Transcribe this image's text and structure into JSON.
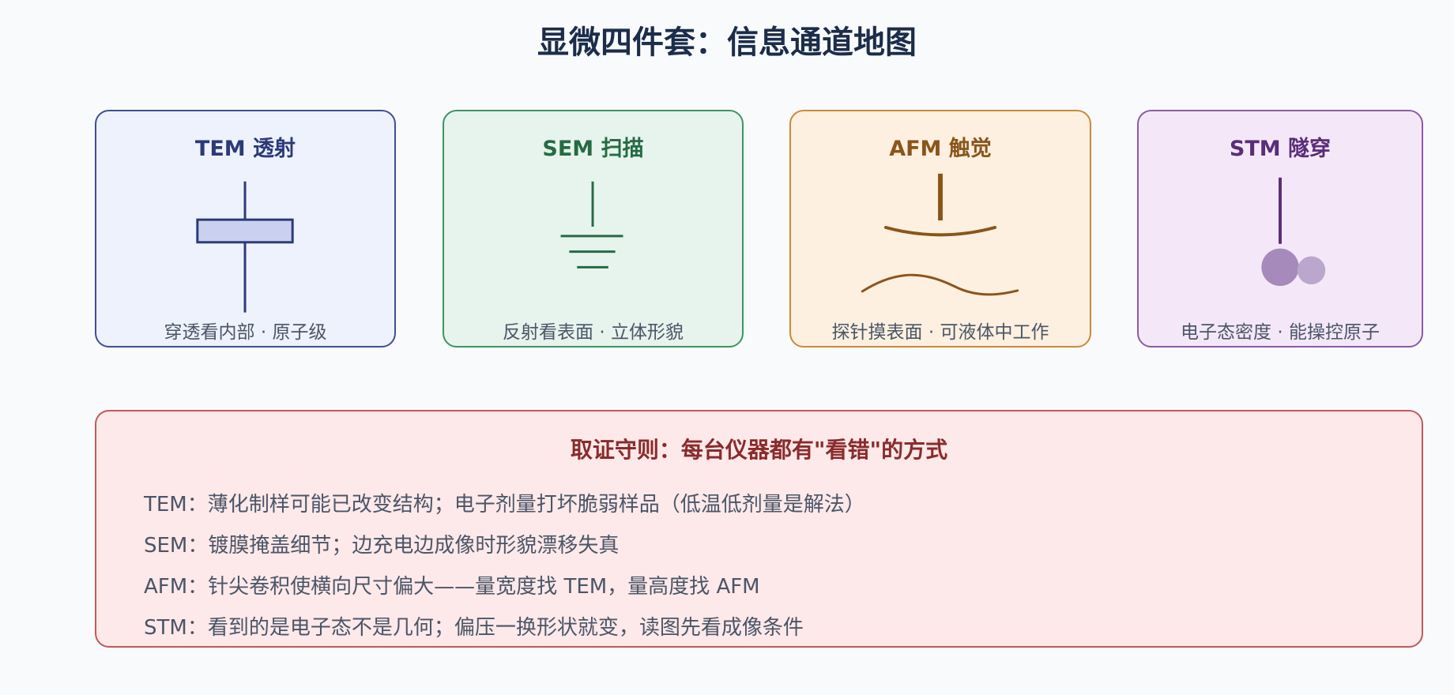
{
  "title": "显微四件套：信息通道地图",
  "cards": [
    {
      "title": "TEM 透射",
      "caption": "穿透看内部 · 原子级",
      "icon": "transmission-icon",
      "color": "#2b3a78"
    },
    {
      "title": "SEM 扫描",
      "caption": "反射看表面 · 立体形貌",
      "icon": "scan-reflection-icon",
      "color": "#256b43"
    },
    {
      "title": "AFM 触觉",
      "caption": "探针摸表面 · 可液体中工作",
      "icon": "probe-tip-icon",
      "color": "#8a551a"
    },
    {
      "title": "STM 隧穿",
      "caption": "电子态密度 · 能操控原子",
      "icon": "tunneling-tip-icon",
      "color": "#5b2d78"
    }
  ],
  "rules": {
    "title": "取证守则：每台仪器都有\"看错\"的方式",
    "items": [
      "TEM：薄化制样可能已改变结构；电子剂量打坏脆弱样品（低温低剂量是解法）",
      "SEM：镀膜掩盖细节；边充电边成像时形貌漂移失真",
      "AFM：针尖卷积使横向尺寸偏大——量宽度找 TEM，量高度找 AFM",
      "STM：看到的是电子态不是几何；偏压一换形状就变，读图先看成像条件"
    ]
  }
}
